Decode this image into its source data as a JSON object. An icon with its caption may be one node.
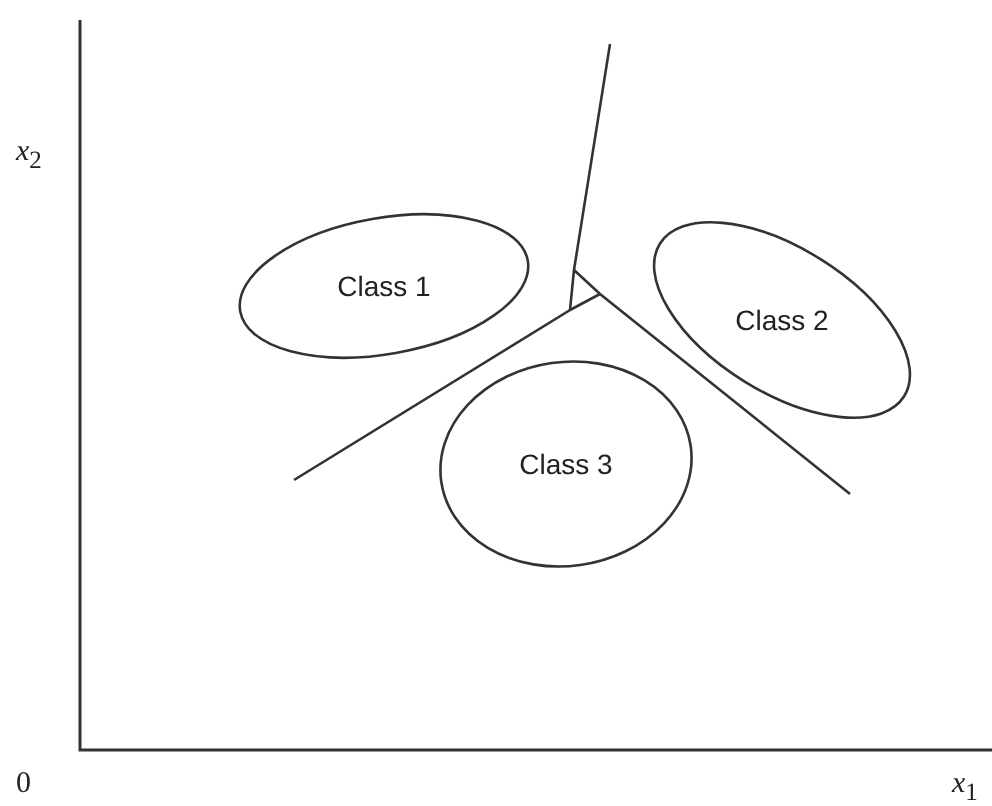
{
  "diagram": {
    "nodes": [
      {
        "text": [
          "Class 1"
        ]
      },
      {
        "text": [
          "Class 2"
        ]
      },
      {
        "text": [
          "Class 3"
        ]
      }
    ],
    "edges": [],
    "labels": [
      "*x*$_{2}$",
      "0",
      "*x*$_{1}$"
    ]
  }
}
